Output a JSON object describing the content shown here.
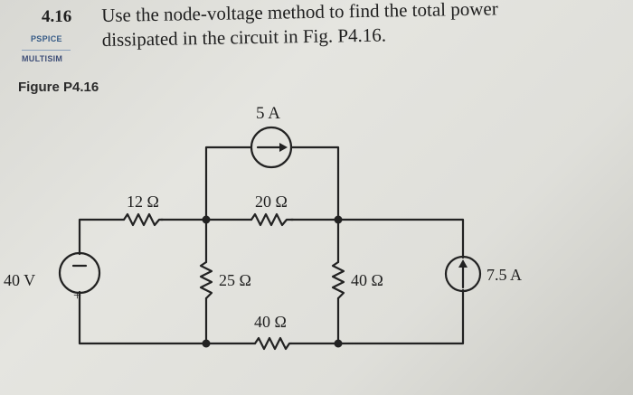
{
  "problem": {
    "number": "4.16",
    "line1": "Use the node-voltage method to find the total power",
    "line2": "dissipated in the circuit in Fig. P4.16."
  },
  "tags": {
    "pspice": "PSPICE",
    "multisim": "MULTISIM"
  },
  "figure": {
    "label": "Figure P4.16"
  },
  "circuit": {
    "current_source_top": "5 A",
    "current_source_right": "7.5 A",
    "voltage_source": "40 V",
    "plus_sign": "+",
    "r_12": "12 Ω",
    "r_20": "20 Ω",
    "r_25": "25 Ω",
    "r_40_mid": "40 Ω",
    "r_40_bottom": "40 Ω"
  }
}
